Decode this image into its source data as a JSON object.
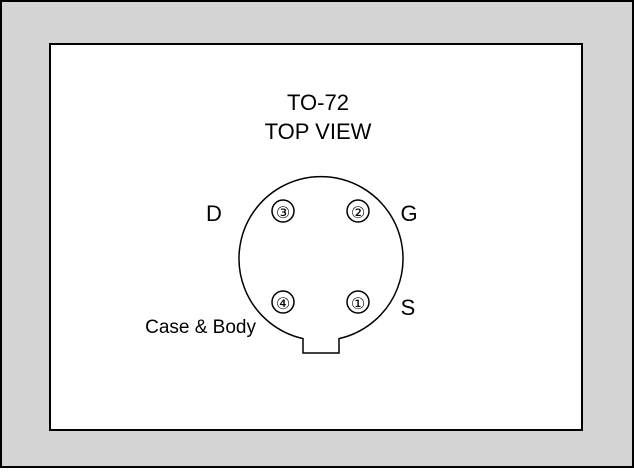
{
  "diagram": {
    "package_name": "TO-72",
    "view_label": "TOP VIEW",
    "pins": [
      {
        "number": "③",
        "label": "D"
      },
      {
        "number": "②",
        "label": "G"
      },
      {
        "number": "④",
        "label": "Case & Body"
      },
      {
        "number": "①",
        "label": "S"
      }
    ]
  },
  "colors": {
    "outer_background": "#d4d4d4",
    "panel_background": "#ffffff",
    "stroke": "#000000"
  }
}
